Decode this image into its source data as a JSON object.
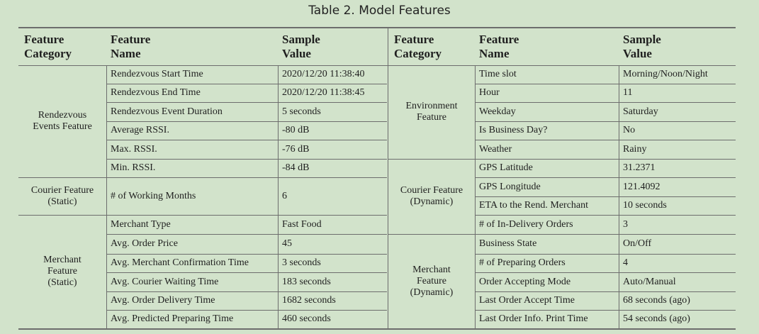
{
  "caption": "Table 2.  Model Features",
  "headers": {
    "category": [
      "Feature",
      "Category"
    ],
    "name": [
      "Feature",
      "Name"
    ],
    "value": [
      "Sample",
      "Value"
    ]
  },
  "left": {
    "groups": [
      {
        "category": [
          "Rendezvous",
          "Events Feature"
        ],
        "rows": [
          {
            "name": "Rendezvous Start Time",
            "value": "2020/12/20 11:38:40"
          },
          {
            "name": "Rendezvous End Time",
            "value": "2020/12/20 11:38:45"
          },
          {
            "name": "Rendezvous Event Duration",
            "value": "5 seconds"
          },
          {
            "name": "Average RSSI.",
            "value": "-80 dB"
          },
          {
            "name": "Max. RSSI.",
            "value": "-76 dB"
          },
          {
            "name": "Min. RSSI.",
            "value": "-84 dB"
          }
        ]
      },
      {
        "category": [
          "Courier Feature",
          "(Static)"
        ],
        "rows": [
          {
            "name": "# of Working Months",
            "value": "6"
          }
        ]
      },
      {
        "category": [
          "Merchant",
          "Feature",
          "(Static)"
        ],
        "rows": [
          {
            "name": "Merchant Type",
            "value": "Fast Food"
          },
          {
            "name": "Avg. Order Price",
            "value": "45"
          },
          {
            "name": "Avg. Merchant Confirmation Time",
            "value": "3 seconds"
          },
          {
            "name": "Avg. Courier Waiting Time",
            "value": "183 seconds"
          },
          {
            "name": "Avg. Order Delivery Time",
            "value": "1682 seconds"
          },
          {
            "name": "Avg. Predicted Preparing Time",
            "value": "460 seconds"
          }
        ]
      }
    ]
  },
  "right": {
    "groups": [
      {
        "category": [
          "Environment",
          "Feature"
        ],
        "rows": [
          {
            "name": "Time slot",
            "value": "Morning/Noon/Night"
          },
          {
            "name": "Hour",
            "value": "11"
          },
          {
            "name": "Weekday",
            "value": "Saturday"
          },
          {
            "name": "Is Business Day?",
            "value": "No"
          },
          {
            "name": "Weather",
            "value": "Rainy"
          }
        ]
      },
      {
        "category": [
          "Courier Feature",
          "(Dynamic)"
        ],
        "rows": [
          {
            "name": "GPS Latitude",
            "value": "31.2371"
          },
          {
            "name": "GPS Longitude",
            "value": "121.4092"
          },
          {
            "name": "ETA to the Rend. Merchant",
            "value": "10 seconds"
          },
          {
            "name": "# of In-Delivery Orders",
            "value": "3"
          }
        ]
      },
      {
        "category": [
          "Merchant",
          "Feature",
          "(Dynamic)"
        ],
        "rows": [
          {
            "name": "Business State",
            "value": "On/Off"
          },
          {
            "name": "# of Preparing Orders",
            "value": "4"
          },
          {
            "name": "Order Accepting Mode",
            "value": "Auto/Manual"
          },
          {
            "name": "Last Order Accept Time",
            "value": "68 seconds (ago)"
          },
          {
            "name": "Last Order Info. Print Time",
            "value": "54 seconds (ago)"
          }
        ]
      }
    ]
  }
}
